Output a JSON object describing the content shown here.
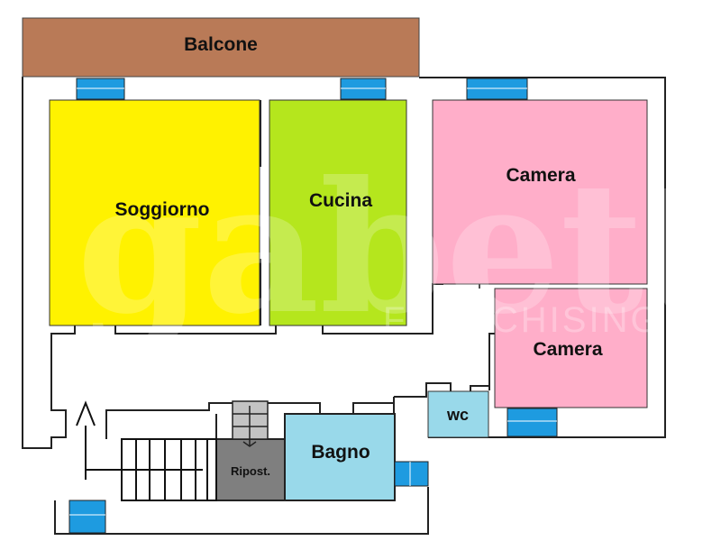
{
  "title": "Floor plan",
  "rooms": {
    "balcone": "Balcone",
    "soggiorno": "Soggiorno",
    "cucina": "Cucina",
    "camera1": "Camera",
    "camera2": "Camera",
    "wc": "wc",
    "bagno": "Bagno",
    "ripostiglio": "Ripost."
  },
  "watermark": {
    "brand": "gabetti",
    "sub": "FRANCHISING"
  },
  "colors": {
    "balcone": "#b97a57",
    "soggiorno": "#fff200",
    "cucina": "#b5e61d",
    "camera": "#ffaec9",
    "bath": "#99d9ea",
    "ripostiglio": "#7f7f7f",
    "window": "#1e9be0",
    "stairs": "#c3c3c3"
  }
}
